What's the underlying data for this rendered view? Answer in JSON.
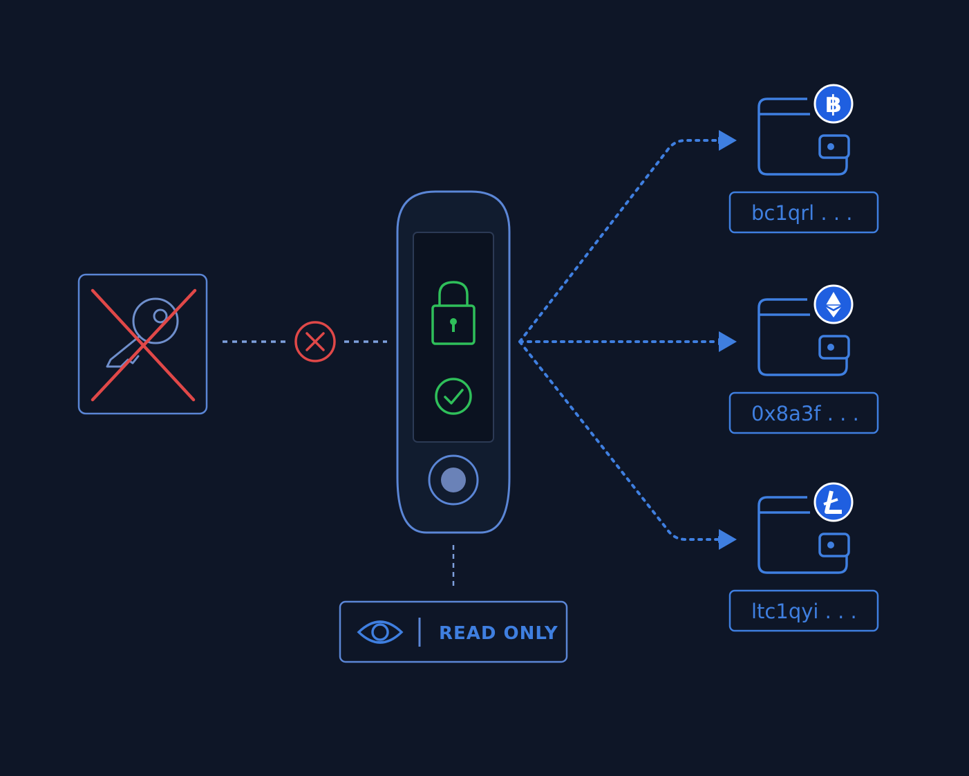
{
  "colors": {
    "background": "#0e1627",
    "outline": "#5b86d6",
    "accent_blue": "#3f7fe0",
    "coin_badge": "#1f5fe0",
    "success_green": "#2fbf5a",
    "error_red": "#e04848",
    "key_gray": "#6f8fcc"
  },
  "private_key": {
    "icon": "key-icon",
    "status": "blocked"
  },
  "blocked_link": {
    "icon": "x-circle-icon"
  },
  "device": {
    "screen_icons": [
      "lock-icon",
      "check-circle-icon"
    ],
    "button_icon": "device-button"
  },
  "read_only": {
    "icon": "eye-icon",
    "label": "READ ONLY"
  },
  "wallets": [
    {
      "coin": "bitcoin",
      "badge_icon": "bitcoin-icon",
      "address": "bc1qrl . . ."
    },
    {
      "coin": "ethereum",
      "badge_icon": "ethereum-icon",
      "address": "0x8a3f . . ."
    },
    {
      "coin": "litecoin",
      "badge_icon": "litecoin-icon",
      "address": "ltc1qyi . . ."
    }
  ]
}
